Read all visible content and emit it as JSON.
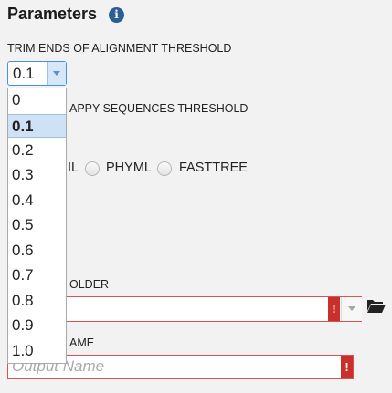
{
  "header": {
    "title": "Parameters",
    "info_glyph": "i"
  },
  "trim": {
    "label": "TRIM ENDS OF ALIGNMENT THRESHOLD",
    "selected": "0.1",
    "options": [
      "0",
      "0.1",
      "0.2",
      "0.3",
      "0.4",
      "0.5",
      "0.6",
      "0.7",
      "0.8",
      "0.9",
      "1.0"
    ]
  },
  "gappy": {
    "label_partial": "APPY SEQUENCES THRESHOLD"
  },
  "tree_method": {
    "partial_label": "IL",
    "options": [
      {
        "label": "PHYML"
      },
      {
        "label": "FASTTREE"
      }
    ]
  },
  "output_folder": {
    "label_partial": "OLDER",
    "error_glyph": "!"
  },
  "output_name": {
    "label_partial": "AME",
    "placeholder": "Output Name",
    "error_glyph": "!"
  },
  "colors": {
    "accent": "#4a90e2",
    "error": "#c9302c",
    "info": "#2c5d93"
  }
}
